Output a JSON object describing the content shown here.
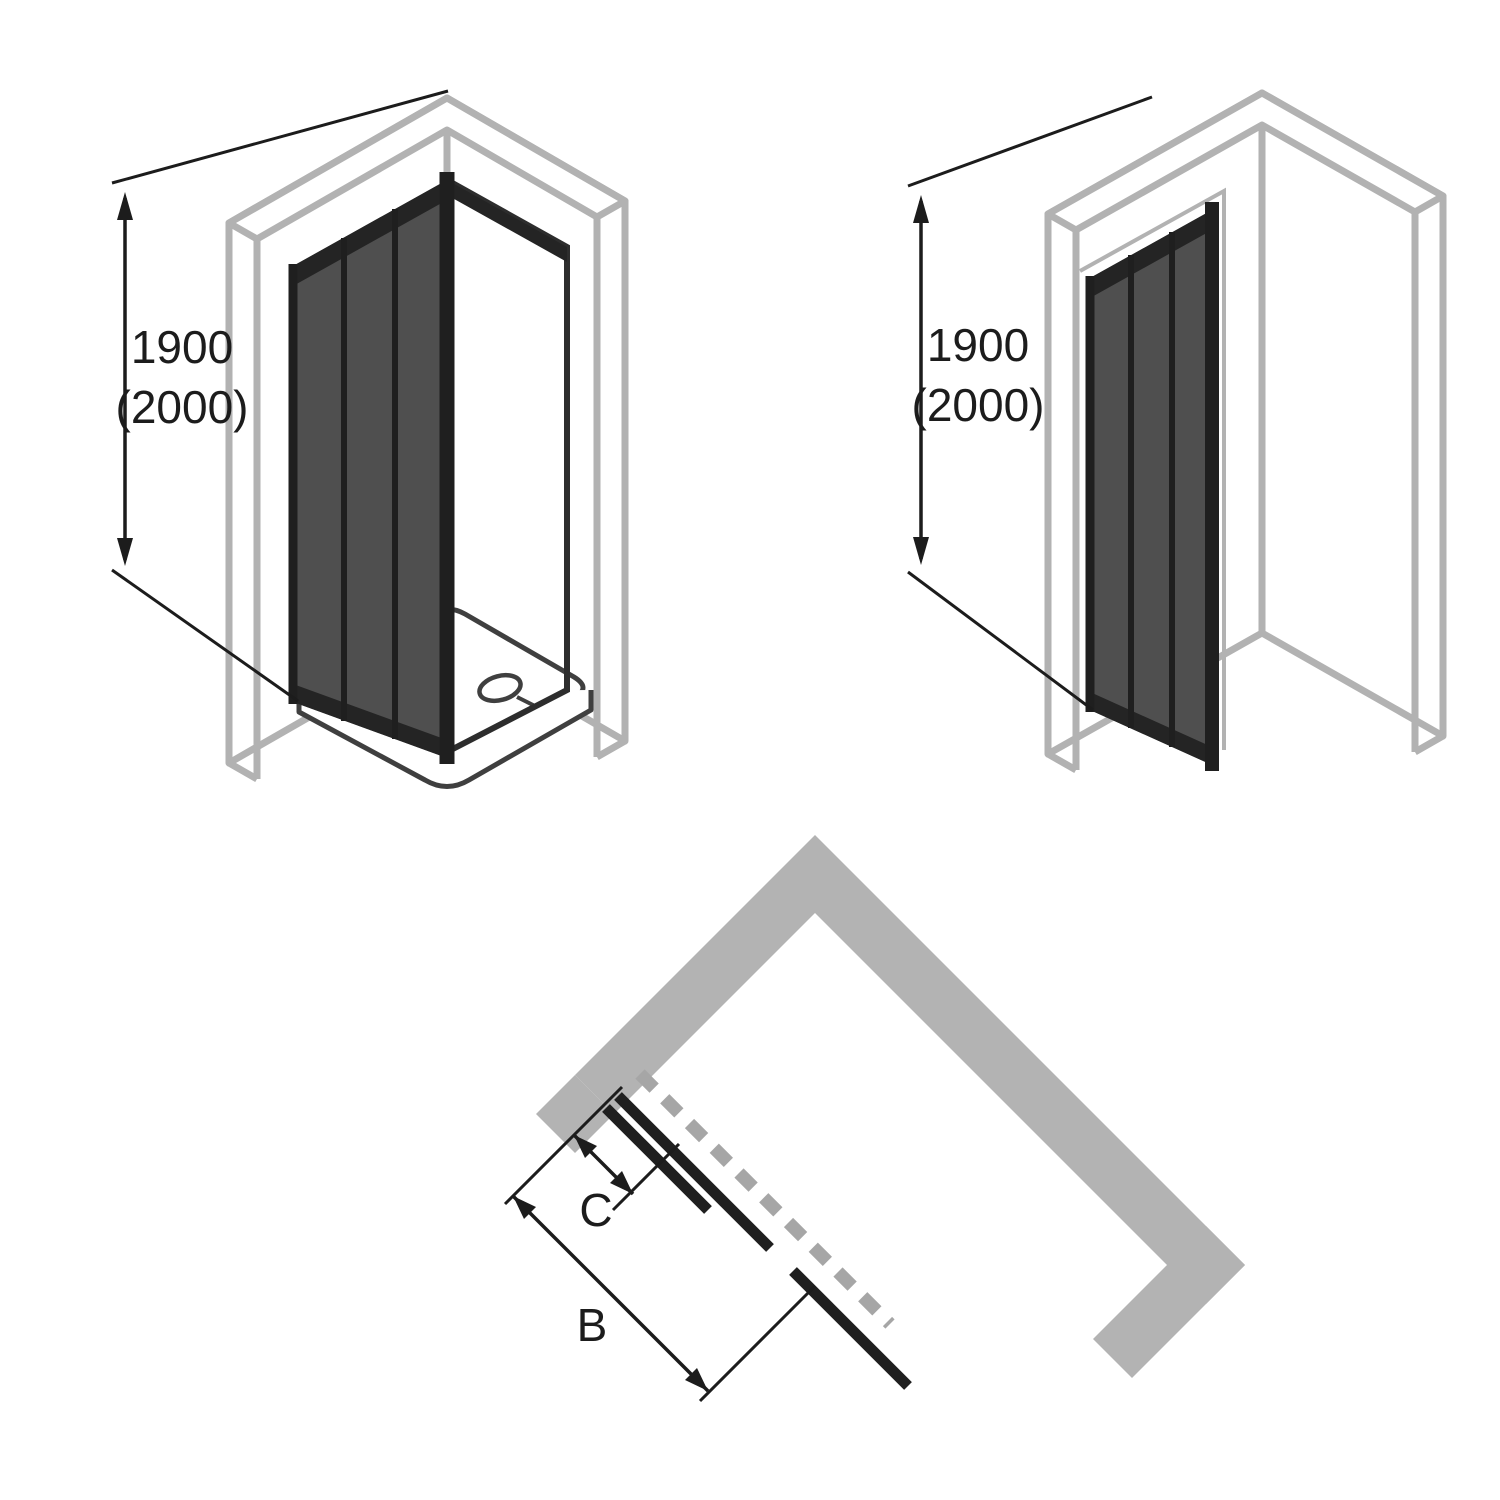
{
  "labels": {
    "left_figure": {
      "height_primary": "1900",
      "height_secondary": "(2000)"
    },
    "right_figure": {
      "height_primary": "1900",
      "height_secondary": "(2000)"
    },
    "plan_figure": {
      "width_segment": "C",
      "width_total": "B"
    }
  },
  "colors": {
    "background": "#ffffff",
    "wall_outline_gray": "#b2b2b2",
    "plan_wall_gray": "#b3b3b3",
    "door_panel_gray": "#4f4f4f",
    "door_frame_dark": "#242424",
    "line_dark": "#1f1f1f",
    "dimension_black": "#1c1c1c",
    "dashed_track_gray": "#a6a6a6"
  }
}
